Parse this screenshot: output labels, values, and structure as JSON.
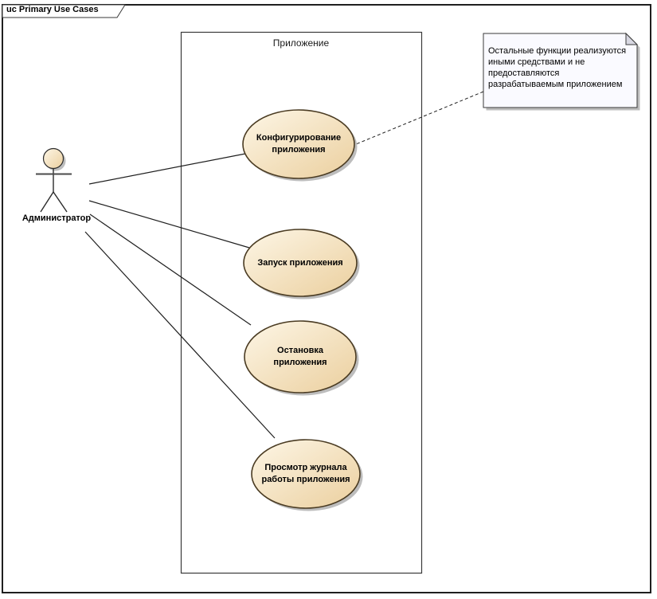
{
  "frame": {
    "label": "uc Primary Use Cases",
    "type": "uml-use-case-diagram"
  },
  "system_boundary": {
    "label": "Приложение"
  },
  "actor": {
    "label": "Администратор"
  },
  "use_cases": [
    {
      "id": "configure",
      "label": "Конфигурирование приложения",
      "lines": [
        "Конфигурирование",
        "приложения"
      ]
    },
    {
      "id": "start",
      "label": "Запуск приложения",
      "lines": [
        "Запуск приложения"
      ]
    },
    {
      "id": "stop",
      "label": "Остановка приложения",
      "lines": [
        "Остановка",
        "приложения"
      ]
    },
    {
      "id": "view-log",
      "label": "Просмотр журнала работы приложения",
      "lines": [
        "Просмотр журнала",
        "работы приложения"
      ]
    }
  ],
  "note": {
    "text": "Остальные функции реализуются иными средствами и не предоставляются разрабатываемым приложением",
    "lines": [
      "Остальные функции реализуются",
      "иными средствами и не",
      "предоставляются",
      "разрабатываемым приложением"
    ]
  },
  "relationships": [
    {
      "from": "Администратор",
      "to": "Конфигурирование приложения",
      "style": "solid"
    },
    {
      "from": "Администратор",
      "to": "Запуск приложения",
      "style": "solid"
    },
    {
      "from": "Администратор",
      "to": "Остановка приложения",
      "style": "solid"
    },
    {
      "from": "Администратор",
      "to": "Просмотр журнала работы приложения",
      "style": "solid"
    },
    {
      "from": "note",
      "to": "Конфигурирование приложения",
      "style": "dashed"
    }
  ],
  "colors": {
    "usecase_fill_light": "#fdf6e6",
    "usecase_fill_dark": "#ebcf9e",
    "usecase_border": "#4a3b22",
    "shadow": "#bdbdbd",
    "note_fill": "#fafaff",
    "note_fold": "#d8d8e2",
    "line": "#1f1f1f",
    "background": "#ffffff"
  }
}
